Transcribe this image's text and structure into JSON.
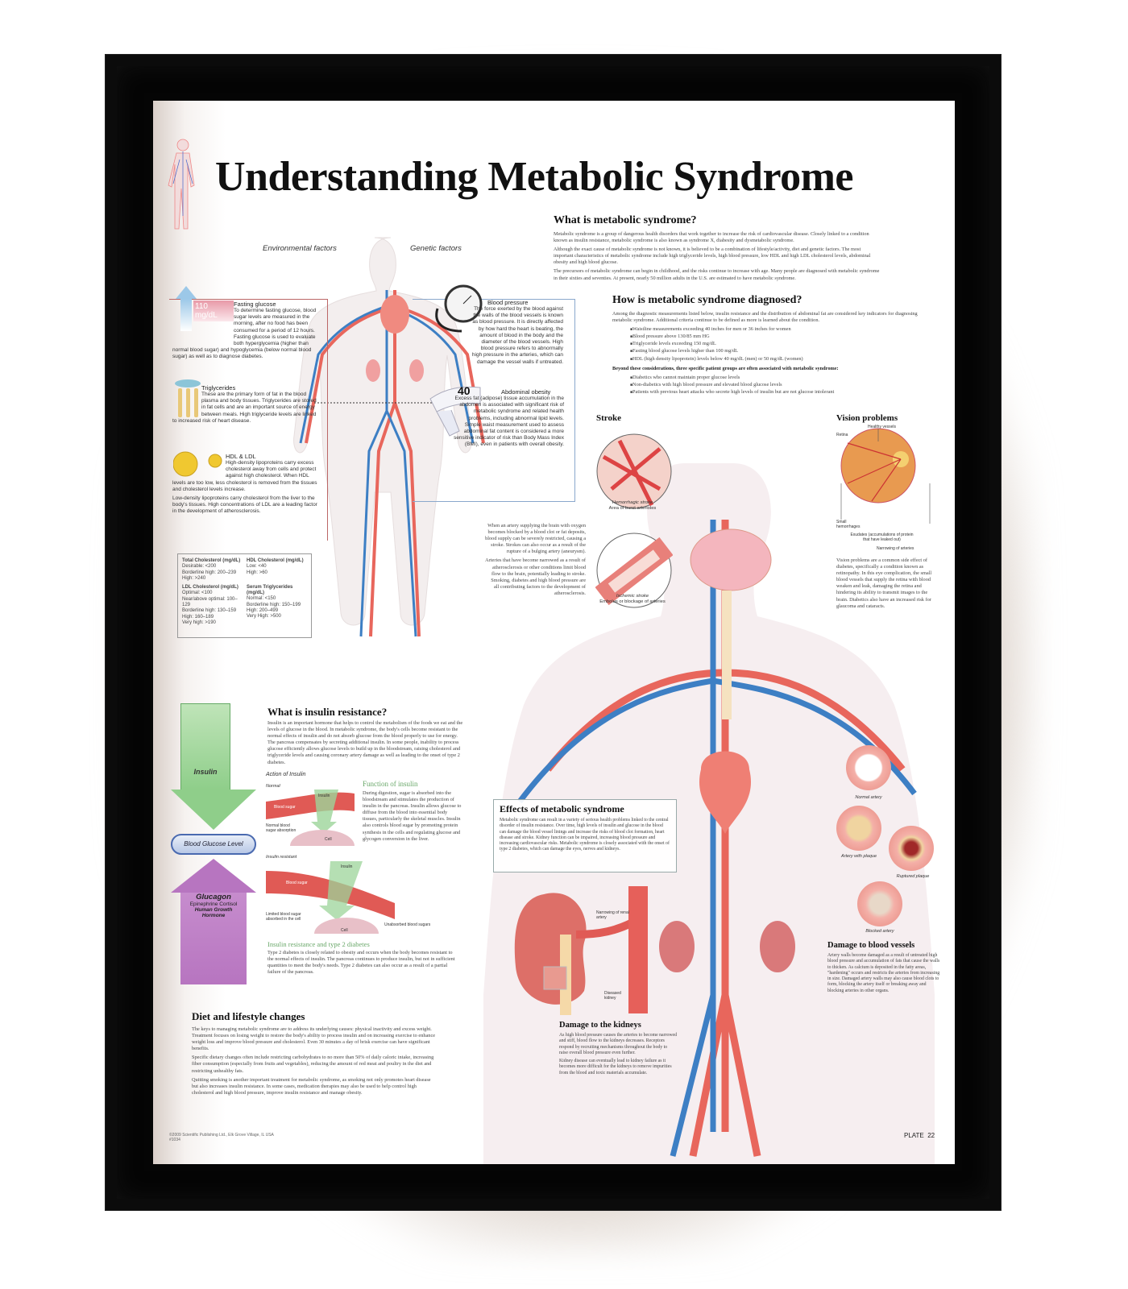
{
  "title": "Understanding Metabolic Syndrome",
  "what": {
    "heading": "What is metabolic syndrome?",
    "p1": "Metabolic syndrome is a group of dangerous health disorders that work together to increase the risk of cardiovascular disease. Closely linked to a condition known as insulin resistance, metabolic syndrome is also known as syndrome X, diabesity and dysmetabolic syndrome.",
    "p2": "Although the exact cause of metabolic syndrome is not known, it is believed to be a combination of lifestyle/activity, diet and genetic factors. The most important characteristics of metabolic syndrome include high triglyceride levels, high blood pressure, low HDL and high LDL cholesterol levels, abdominal obesity and high blood glucose.",
    "p3": "The precursors of metabolic syndrome can begin in childhood, and the risks continue to increase with age. Many people are diagnosed with metabolic syndrome in their sixties and seventies. At present, nearly 50 million adults in the U.S. are estimated to have metabolic syndrome."
  },
  "diagnosed": {
    "heading": "How is metabolic syndrome diagnosed?",
    "intro": "Among the diagnostic measurements listed below, insulin resistance and the distribution of abdominal fat are considered key indicators for diagnosing metabolic syndrome. Additional criteria continue to be defined as more is learned about the condition.",
    "criteria": [
      "Waistline measurements exceeding 40 inches for men or 36 inches for women",
      "Blood pressure above 130/85 mm HG",
      "Triglyceride levels exceeding 150 mg/dL",
      "Fasting blood glucose levels higher than 100 mg/dL",
      "HDL (high density lipoprotein) levels below 40 mg/dL (men) or 50 mg/dL (women)"
    ],
    "groups_heading": "Beyond these considerations, three specific patient groups are often associated with metabolic syndrome:",
    "groups": [
      "Diabetics who cannot maintain proper glucose levels",
      "Non-diabetics with high blood pressure and elevated blood glucose levels",
      "Patients with previous heart attacks who secrete high levels of insulin but are not glucose intolerant"
    ]
  },
  "factors": {
    "environmental": "Environmental factors",
    "genetic": "Genetic factors"
  },
  "fasting": {
    "badge": "110 mg/dL",
    "heading": "Fasting glucose",
    "text": "To determine fasting glucose, blood sugar levels are measured in the morning, after no food has been consumed for a period of 12 hours. Fasting glucose is used to evaluate both hyperglycemia (higher than normal blood sugar) and hypoglycemia (below normal blood sugar) as well as to diagnose diabetes."
  },
  "triglycerides": {
    "heading": "Triglycerides",
    "text": "These are the primary form of fat in the blood plasma and body tissues. Triglycerides are stored in fat cells and are an important source of energy between meals. High triglyceride levels are linked to increased risk of heart disease."
  },
  "hdl": {
    "heading": "HDL & LDL",
    "text": "High-density lipoproteins carry excess cholesterol away from cells and protect against high cholesterol. When HDL levels are too low, less cholesterol is removed from the tissues and cholesterol levels increase.",
    "text2": "Low-density lipoproteins carry cholesterol from the liver to the body's tissues. High concentrations of LDL are a leading factor in the development of atherosclerosis."
  },
  "bp": {
    "heading": "Blood pressure",
    "text": "The force exerted by the blood against the walls of the blood vessels is known as blood pressure. It is directly affected by how hard the heart is beating, the amount of blood in the body and the diameter of the blood vessels. High blood pressure refers to abnormally high pressure in the arteries, which can damage the vessel walls if untreated."
  },
  "obesity": {
    "tape": "40",
    "heading": "Abdominal obesity",
    "text": "Excess fat (adipose) tissue accumulation in the abdomen is associated with significant risk of metabolic syndrome and related health problems, including abnormal lipid levels. Simple waist measurement used to assess abdominal fat content is considered a more sensitive indicator of risk than Body Mass Index (BMI), even in patients with overall obesity."
  },
  "chol_table": {
    "total": {
      "title": "Total Cholesterol (mg/dL)",
      "rows": [
        "Desirable: <200",
        "Borderline high: 200–239",
        "High: >240"
      ]
    },
    "ldl": {
      "title": "LDL Cholesterol (mg/dL)",
      "rows": [
        "Optimal: <100",
        "Near/above optimal: 100–129",
        "Borderline high: 130–159",
        "High: 160–189",
        "Very high: >190"
      ]
    },
    "hdl": {
      "title": "HDL Cholesterol (mg/dL)",
      "rows": [
        "Low: <40",
        "High: >60"
      ]
    },
    "trig": {
      "title": "Serum Triglycerides (mg/dL)",
      "rows": [
        "Normal: <150",
        "Borderline high: 150–199",
        "High: 200–499",
        "Very High: >500"
      ]
    }
  },
  "stroke": {
    "heading": "Stroke",
    "hemorrhagic": "Hemorrhagic stroke",
    "hemorrhagic_sub": "Area of burst arterioles",
    "ischemic": "Ischemic stroke",
    "ischemic_sub": "Embolus or blockage of arteries",
    "p1": "When an artery supplying the brain with oxygen becomes blocked by a blood clot or fat deposits, blood supply can be severely restricted, causing a stroke. Strokes can also occur as a result of the rupture of a bulging artery (aneurysm).",
    "p2": "Arteries that have become narrowed as a result of atherosclerosis or other conditions limit blood flow to the brain, potentially leading to stroke. Smoking, diabetes and high blood pressure are all contributing factors to the development of atherosclerosis."
  },
  "vision": {
    "heading": "Vision problems",
    "labels": {
      "healthy": "Healthy vessels",
      "retina": "Retina",
      "hemorrhages": "Small hemorrhages",
      "exudates": "Exudates (accumulations of protein that have leaked out)",
      "narrowing": "Narrowing of arteries"
    },
    "text": "Vision problems are a common side effect of diabetes, specifically a condition known as retinopathy. In this eye complication, the small blood vessels that supply the retina with blood weaken and leak, damaging the retina and hindering its ability to transmit images to the brain. Diabetics also have an increased risk for glaucoma and cataracts."
  },
  "insulin": {
    "heading": "What is insulin resistance?",
    "text": "Insulin is an important hormone that helps to control the metabolism of the foods we eat and the levels of glucose in the blood. In metabolic syndrome, the body's cells become resistant to the normal effects of insulin and do not absorb glucose from the blood properly to use for energy. The pancreas compensates by secreting additional insulin. In some people, inability to process glucose efficiently allows glucose levels to build up in the bloodstream, raising cholesterol and triglyceride levels and causing coronary artery damage as well as leading to the onset of type 2 diabetes.",
    "action": "Action of Insulin",
    "normal": "Normal",
    "blood_sugar": "Blood sugar",
    "insulin_label": "Insulin",
    "normal_abs": "Normal blood sugar absorption",
    "cell": "Cell",
    "resistant": "Insulin resistant",
    "limited": "Limited blood sugar absorbed in the cell",
    "unabsorbed": "Unabsorbed blood sugars",
    "function_heading": "Function of insulin",
    "function_text": "During digestion, sugar is absorbed into the bloodstream and stimulates the production of insulin in the pancreas. Insulin allows glucose to diffuse from the blood into essential body tissues, particularly the skeletal muscles. Insulin also controls blood sugar by promoting protein synthesis in the cells and regulating glucose and glycogen conversion in the liver.",
    "t2_heading": "Insulin resistance and type 2 diabetes",
    "t2_text": "Type 2 diabetes is closely related to obesity and occurs when the body becomes resistant to the normal effects of insulin. The pancreas continues to produce insulin, but not in sufficient quantities to meet the body's needs. Type 2 diabetes can also occur as a result of a partial failure of the pancreas."
  },
  "glucose_scale": {
    "insulin": "Insulin",
    "level": "Blood Glucose Level",
    "glucagon": "Glucagon",
    "epi": "Epinephrine Cortisol",
    "hgh": "Human Growth Hormone"
  },
  "effects": {
    "heading": "Effects of metabolic syndrome",
    "text": "Metabolic syndrome can result in a variety of serious health problems linked to the central disorder of insulin resistance. Over time, high levels of insulin and glucose in the blood can damage the blood vessel linings and increase the risks of blood clot formation, heart disease and stroke. Kidney function can be impaired, increasing blood pressure and increasing cardiovascular risks. Metabolic syndrome is closely associated with the onset of type 2 diabetes, which can damage the eyes, nerves and kidneys."
  },
  "kidneys": {
    "narrowing": "Narrowing of renal artery",
    "diseased": "Diseased kidney",
    "heading": "Damage to the kidneys",
    "p1": "As high blood pressure causes the arteries to become narrowed and stiff, blood flow to the kidneys decreases. Receptors respond by recruiting mechanisms throughout the body to raise overall blood pressure even further.",
    "p2": "Kidney disease can eventually lead to kidney failure as it becomes more difficult for the kidneys to remove impurities from the blood and toxic materials accumulate."
  },
  "vessels": {
    "normal": "Normal artery",
    "plaque": "Artery with plaque",
    "ruptured": "Ruptured plaque",
    "blocked": "Blocked artery",
    "heading": "Damage to blood vessels",
    "text": "Artery walls become damaged as a result of untreated high blood pressure and accumulation of fats that cause the walls to thicken. As calcium is deposited in the fatty areas, \"hardening\" occurs and restricts the arteries from increasing in size. Damaged artery walls may also cause blood clots to form, blocking the artery itself or breaking away and blocking arteries in other organs."
  },
  "diet": {
    "heading": "Diet and lifestyle changes",
    "p1": "The keys to managing metabolic syndrome are to address its underlying causes: physical inactivity and excess weight. Treatment focuses on losing weight to restore the body's ability to process insulin and on increasing exercise to enhance weight loss and improve blood pressure and cholesterol. Even 30 minutes a day of brisk exercise can have significant benefits.",
    "p2": "Specific dietary changes often include restricting carbohydrates to no more than 50% of daily caloric intake, increasing fiber consumption (especially from fruits and vegetables), reducing the amount of red meat and poultry in the diet and restricting unhealthy fats.",
    "p3": "Quitting smoking is another important treatment for metabolic syndrome, as smoking not only promotes heart disease but also increases insulin resistance. In some cases, medication therapies may also be used to help control high cholesterol and high blood pressure, improve insulin resistance and manage obesity."
  },
  "footer": {
    "copyright": "©2009 Scientific Publishing Ltd., Elk Grove Village, IL USA",
    "code": "#1034",
    "plate": "PLATE  22"
  },
  "colors": {
    "artery": "#e8665c",
    "vein": "#3d7fc4",
    "green": "#8fce8a",
    "purple": "#b775c0"
  }
}
